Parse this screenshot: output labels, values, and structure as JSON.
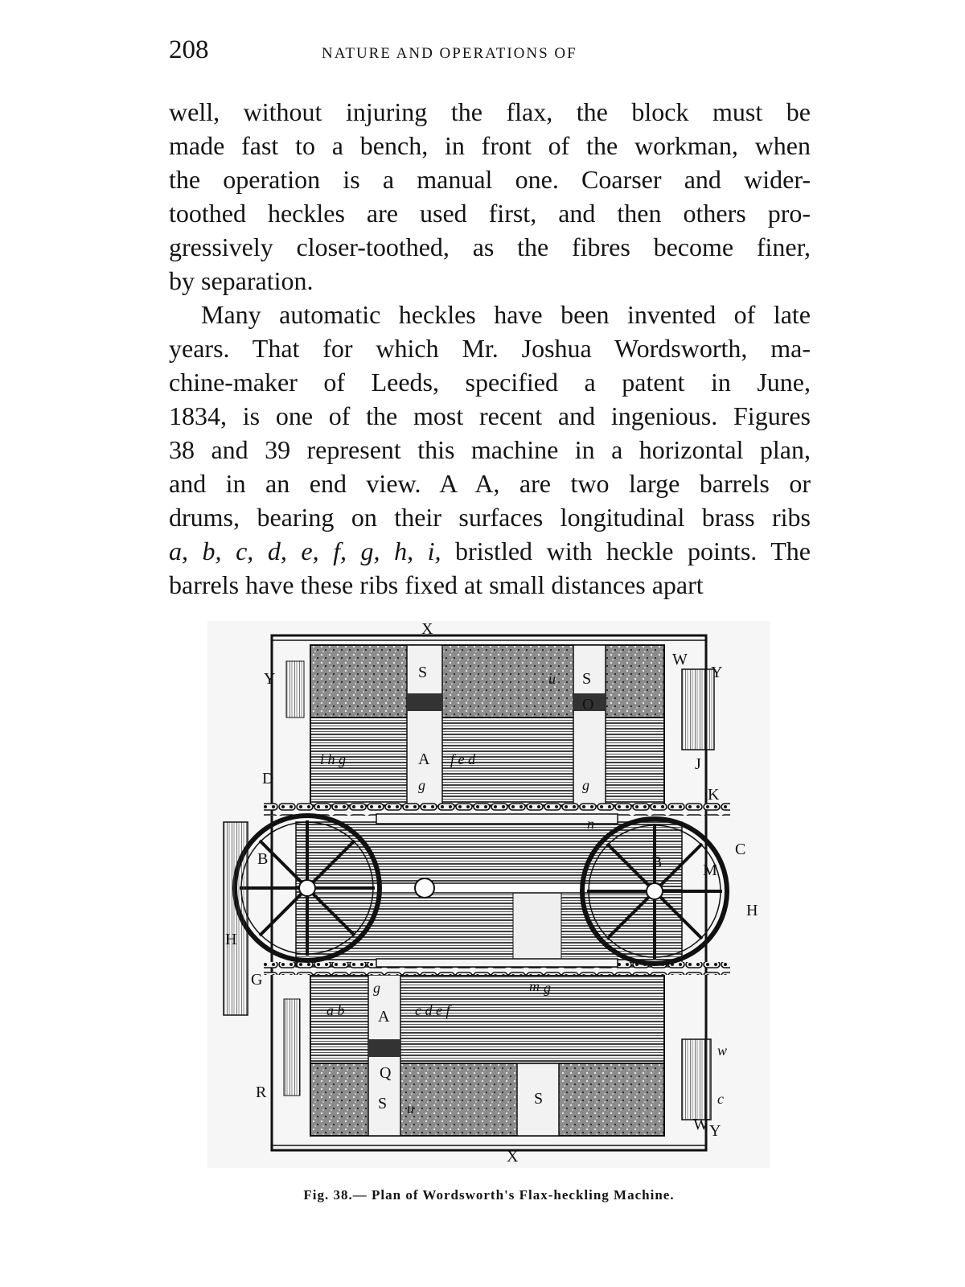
{
  "header": {
    "page_number": "208",
    "running_head": "NATURE AND OPERATIONS OF"
  },
  "body": {
    "lines": [
      "well, without injuring the flax, the block must be",
      "made fast to a bench, in front of the workman, when",
      "the operation is a manual one. Coarser and wider-",
      "toothed heckles are used first, and then others pro-",
      "gressively closer-toothed, as the fibres become finer,",
      "by separation.",
      "Many automatic heckles have been invented of late",
      "years. That for which Mr. Joshua Wordsworth, ma-",
      "chine-maker of Leeds, specified a patent in June,",
      "1834, is one of the most recent and ingenious. Figures",
      "38 and 39 represent this machine in a horizontal plan,",
      "and in an end view. A A, are two large barrels or",
      "drums, bearing on their surfaces longitudinal brass ribs",
      "",
      "barrels have these ribs fixed at small distances apart"
    ],
    "rib_letters": "a, b, c, d, e, f, g, h, i,",
    "rib_line_rest": " bristled with heckle points. The"
  },
  "figure": {
    "caption": "Fig. 38.— Plan of Wordsworth's Flax-heckling Machine.",
    "labels": {
      "x_top": "X",
      "x_bottom": "X",
      "y_left": "Y",
      "y_right": "Y",
      "y_bottom_right": "Y",
      "w_top": "W",
      "w_bottom": "W",
      "s1": "S",
      "s2": "S",
      "s3": "S",
      "s4": "S",
      "u1": "u",
      "u2": "u",
      "a_upper": "A",
      "a_lower": "A",
      "d": "D",
      "j": "J",
      "k": "K",
      "c": "C",
      "b_left": "B",
      "b_right": "B",
      "m": "M",
      "h_left": "H",
      "h_right": "H",
      "g_cap": "G",
      "r": "R",
      "q_cap": "Q",
      "o": "O",
      "upper_ribs_left": "i h g",
      "upper_ribs_right": "f e d",
      "lower_ribs_left": "a b",
      "lower_ribs_right": "c d e f",
      "g1": "g",
      "g2": "g",
      "g3": "g",
      "g4": "g",
      "n": "n",
      "m_small": "m",
      "w_small": "w",
      "c_small": "c"
    }
  }
}
